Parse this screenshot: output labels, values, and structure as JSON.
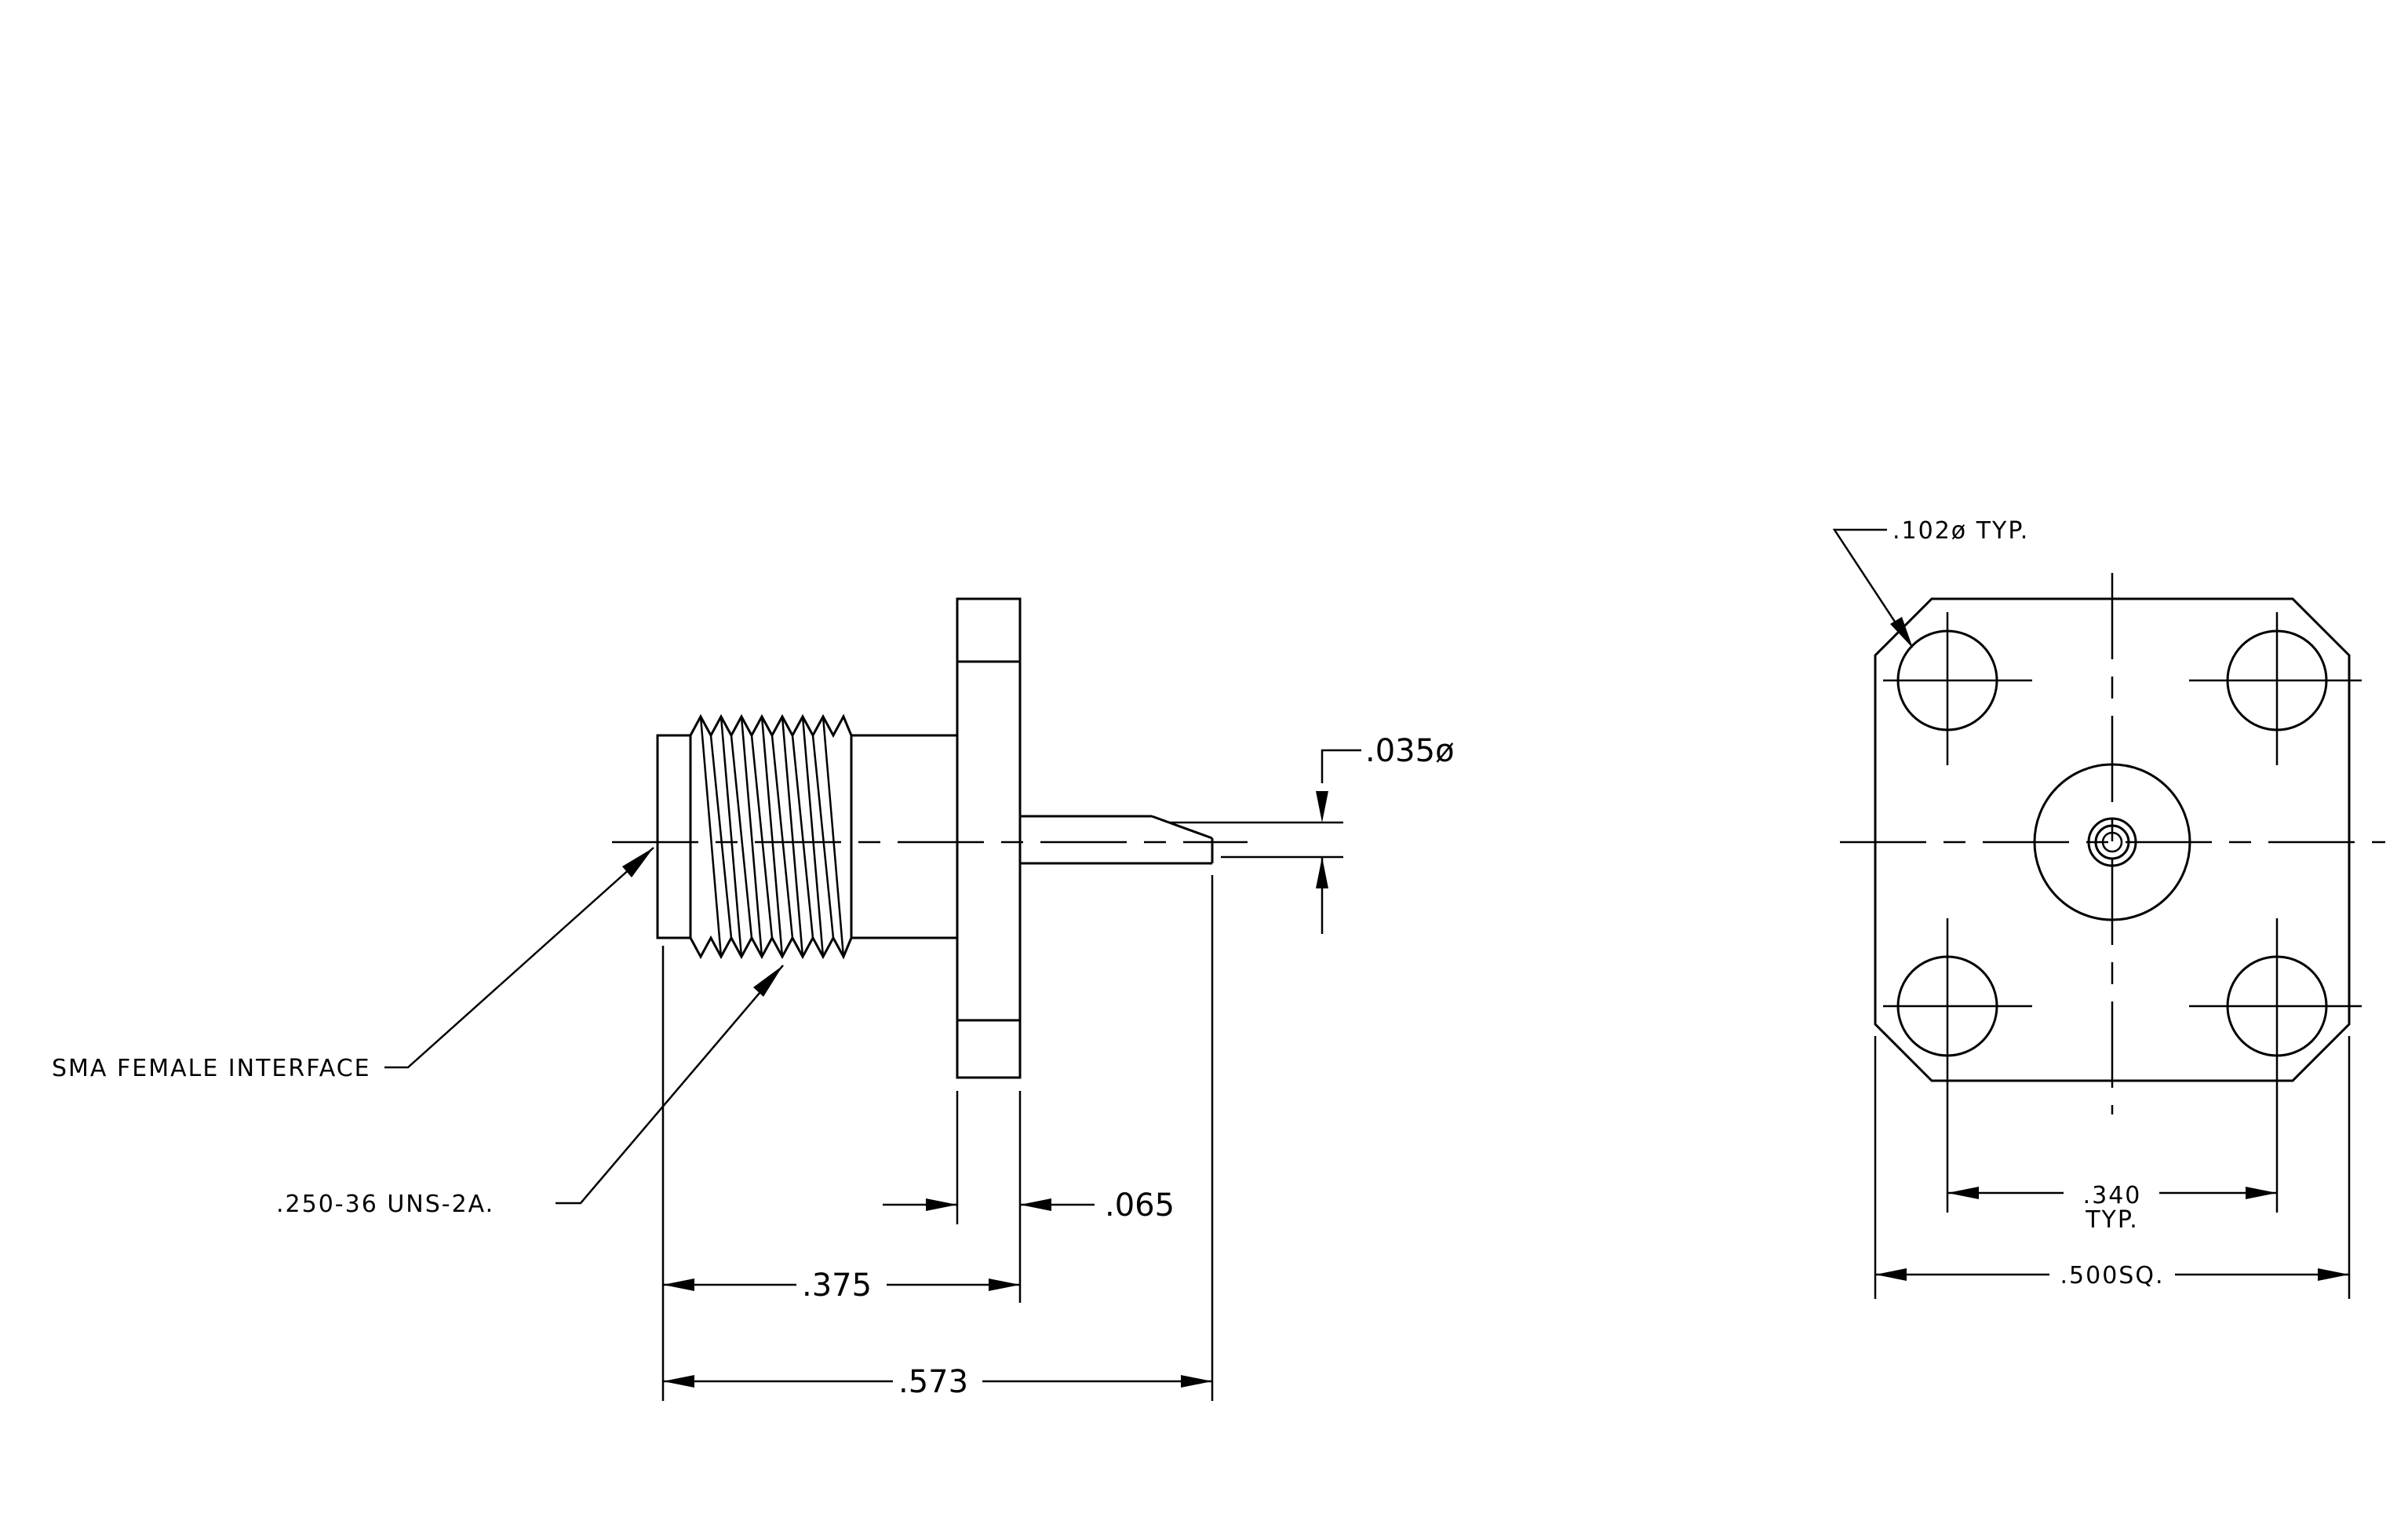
{
  "side_view": {
    "labels": {
      "interface": "SMA FEMALE INTERFACE",
      "thread": ".250-36 UNS-2A.",
      "pin_diameter": ".035ø",
      "flange_thickness": ".065",
      "body_length": ".375",
      "overall_length": ".573"
    }
  },
  "front_view": {
    "labels": {
      "hole_diameter": ".102ø TYP.",
      "hole_spacing": ".340",
      "hole_spacing_note": "TYP.",
      "square_size": ".500SQ."
    }
  },
  "colors": {
    "line": "#000000",
    "background": "#ffffff"
  }
}
